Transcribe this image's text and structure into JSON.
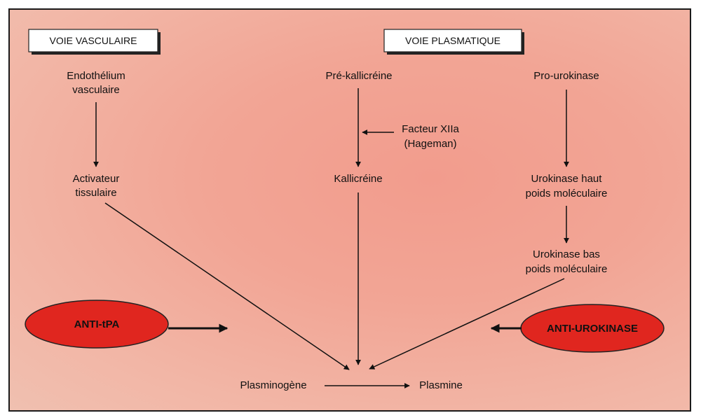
{
  "headers": {
    "vascular": "VOIE VASCULAIRE",
    "plasmatic": "VOIE PLASMATIQUE"
  },
  "nodes": {
    "endothelium": [
      "Endothélium",
      "vasculaire"
    ],
    "tissue_activator": [
      "Activateur",
      "tissulaire"
    ],
    "prekallikrein": "Pré-kallicréine",
    "factor_xiia": [
      "Facteur XIIa",
      "(Hageman)"
    ],
    "kallikrein": "Kallicréine",
    "prourokinase": "Pro-urokinase",
    "urokinase_high": [
      "Urokinase haut",
      "poids moléculaire"
    ],
    "urokinase_low": [
      "Urokinase bas",
      "poids moléculaire"
    ],
    "plasminogen": "Plasminogène",
    "plasmin": "Plasmine"
  },
  "inhibitors": {
    "anti_tpa": "ANTI-tPA",
    "anti_urokinase": "ANTI-UROKINASE"
  },
  "colors": {
    "oval_fill": "#e0261f",
    "line": "#111111"
  }
}
